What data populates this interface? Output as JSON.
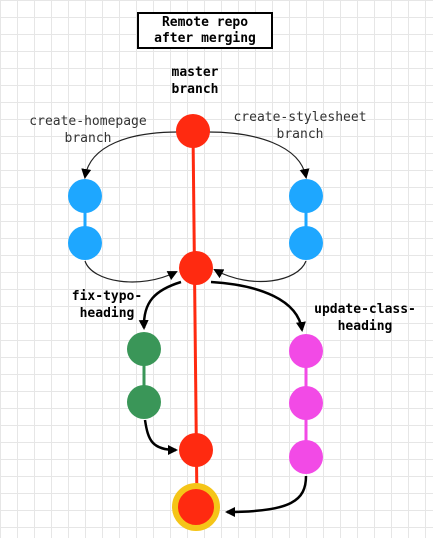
{
  "title": {
    "line1": "Remote repo",
    "line2": "after merging"
  },
  "labels": {
    "master": [
      "master",
      "branch"
    ],
    "create_homepage": [
      "create-homepage",
      "branch"
    ],
    "create_stylesheet": [
      "create-stylesheet",
      "branch"
    ],
    "fix_typo": [
      "fix-typo-",
      "heading"
    ],
    "update_class": [
      "update-class-",
      "heading"
    ]
  },
  "colors": {
    "master": "#ff2a10",
    "create_homepage": "#1ea7ff",
    "create_stylesheet": "#1ea7ff",
    "fix_typo": "#3a9658",
    "update_class": "#f24ae6",
    "head_ring": "#f5c518"
  }
}
